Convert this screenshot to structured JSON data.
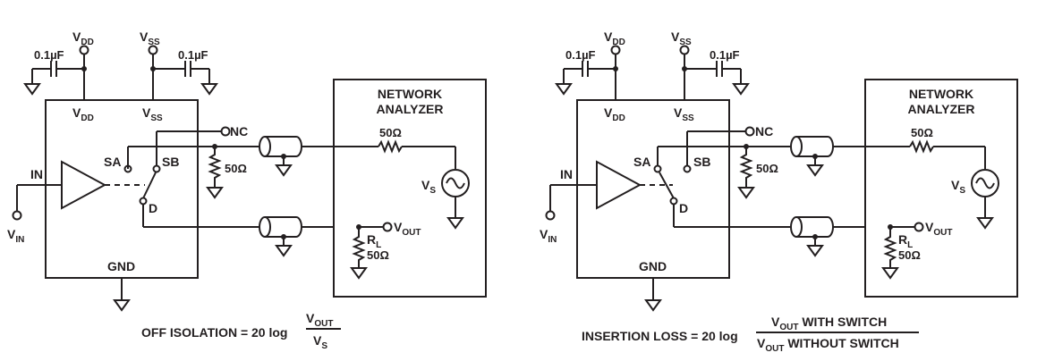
{
  "circuits": [
    {
      "id": "off-isolation",
      "vdd_top": "V",
      "vdd_top_sub": "DD",
      "vss_top": "V",
      "vss_top_sub": "SS",
      "cap_left": "0.1µF",
      "cap_right": "0.1µF",
      "vdd_inner": "V",
      "vdd_inner_sub": "DD",
      "vss_inner": "V",
      "vss_inner_sub": "SS",
      "nc": "NC",
      "sa": "SA",
      "sb": "SB",
      "in": "IN",
      "d": "D",
      "gnd": "GND",
      "vin": "V",
      "vin_sub": "IN",
      "term_res": "50Ω",
      "analyzer_line1": "NETWORK",
      "analyzer_line2": "ANALYZER",
      "src_res": "50Ω",
      "vs": "V",
      "vs_sub": "S",
      "vout": "V",
      "vout_sub": "OUT",
      "rl": "R",
      "rl_sub": "L",
      "rl_val": "50Ω",
      "formula_prefix": "OFF ISOLATION = 20 log",
      "num": "V",
      "num_sub": "OUT",
      "num_suffix": "",
      "den": "V",
      "den_sub": "S",
      "den_suffix": ""
    },
    {
      "id": "insertion-loss",
      "vdd_top": "V",
      "vdd_top_sub": "DD",
      "vss_top": "V",
      "vss_top_sub": "SS",
      "cap_left": "0.1µF",
      "cap_right": "0.1µF",
      "vdd_inner": "V",
      "vdd_inner_sub": "DD",
      "vss_inner": "V",
      "vss_inner_sub": "SS",
      "nc": "NC",
      "sa": "SA",
      "sb": "SB",
      "in": "IN",
      "d": "D",
      "gnd": "GND",
      "vin": "V",
      "vin_sub": "IN",
      "term_res": "50Ω",
      "analyzer_line1": "NETWORK",
      "analyzer_line2": "ANALYZER",
      "src_res": "50Ω",
      "vs": "V",
      "vs_sub": "S",
      "vout": "V",
      "vout_sub": "OUT",
      "rl": "R",
      "rl_sub": "L",
      "rl_val": "50Ω",
      "formula_prefix": "INSERTION LOSS = 20 log",
      "num": "V",
      "num_sub": "OUT",
      "num_suffix": " WITH SWITCH",
      "den": "V",
      "den_sub": "OUT",
      "den_suffix": " WITHOUT SWITCH"
    }
  ]
}
